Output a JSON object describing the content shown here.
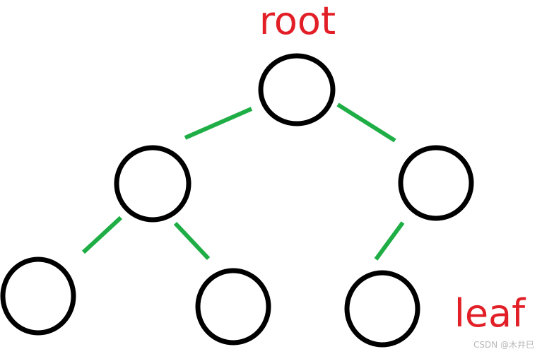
{
  "labels": {
    "root": "root",
    "leaf": "leaf"
  },
  "watermark": "CSDN @木井巳",
  "colors": {
    "label": "#e21f26",
    "edge": "#1fae45",
    "node_stroke": "#000000",
    "node_fill": "#ffffff",
    "background": "#ffffff"
  },
  "tree": {
    "nodes": [
      "root",
      "left",
      "right",
      "left-left",
      "left-right",
      "right-left"
    ],
    "edges": [
      [
        "root",
        "left"
      ],
      [
        "root",
        "right"
      ],
      [
        "left",
        "left-left"
      ],
      [
        "left",
        "left-right"
      ],
      [
        "right",
        "right-left"
      ]
    ]
  }
}
